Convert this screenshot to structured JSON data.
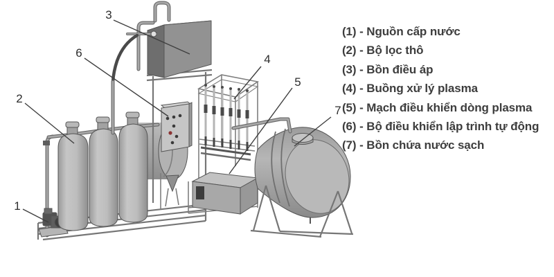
{
  "colors": {
    "background": "#ffffff",
    "legend_text": "#3d3d3d",
    "callout_text": "#2d2d2d",
    "leader_line": "#3f3f3f",
    "metal_light": "#c6c6c6",
    "metal_mid": "#a8a8a8",
    "metal_dark": "#6e6e6e",
    "hose_dark": "#4a4a4a",
    "button_red": "#8b3333"
  },
  "callouts": [
    {
      "number": "1"
    },
    {
      "number": "2"
    },
    {
      "number": "3"
    },
    {
      "number": "4"
    },
    {
      "number": "5"
    },
    {
      "number": "6"
    },
    {
      "number": "7"
    }
  ],
  "legend": {
    "items": [
      {
        "label": "(1) - Nguồn cấp nước"
      },
      {
        "label": "(2) - Bộ lọc thô"
      },
      {
        "label": "(3) - Bồn điều áp"
      },
      {
        "label": "(4) - Buồng xử lý plasma"
      },
      {
        "label": "(5) - Mạch điều khiển dòng plasma"
      },
      {
        "label": "(6) - Bộ điều khiển lập trình tự động"
      },
      {
        "label": "(7) - Bồn chứa nước sạch"
      }
    ]
  }
}
